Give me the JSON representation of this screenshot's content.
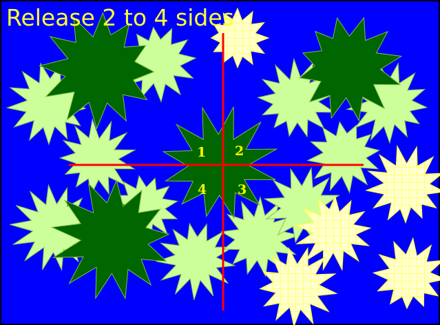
{
  "title": "Release 2 to 4 sides",
  "quadrants": {
    "q1": "1",
    "q2": "2",
    "q3": "3",
    "q4": "4"
  },
  "colors": {
    "background": "#0000ff",
    "border": "#000000",
    "light_burst": "#ccff99",
    "dark_burst": "#006600",
    "cream_burst": "#ffffcc",
    "grid": "#ffff33",
    "axes": "#ff0000",
    "title_text": "#ffff33",
    "labels": "#ffff00"
  }
}
